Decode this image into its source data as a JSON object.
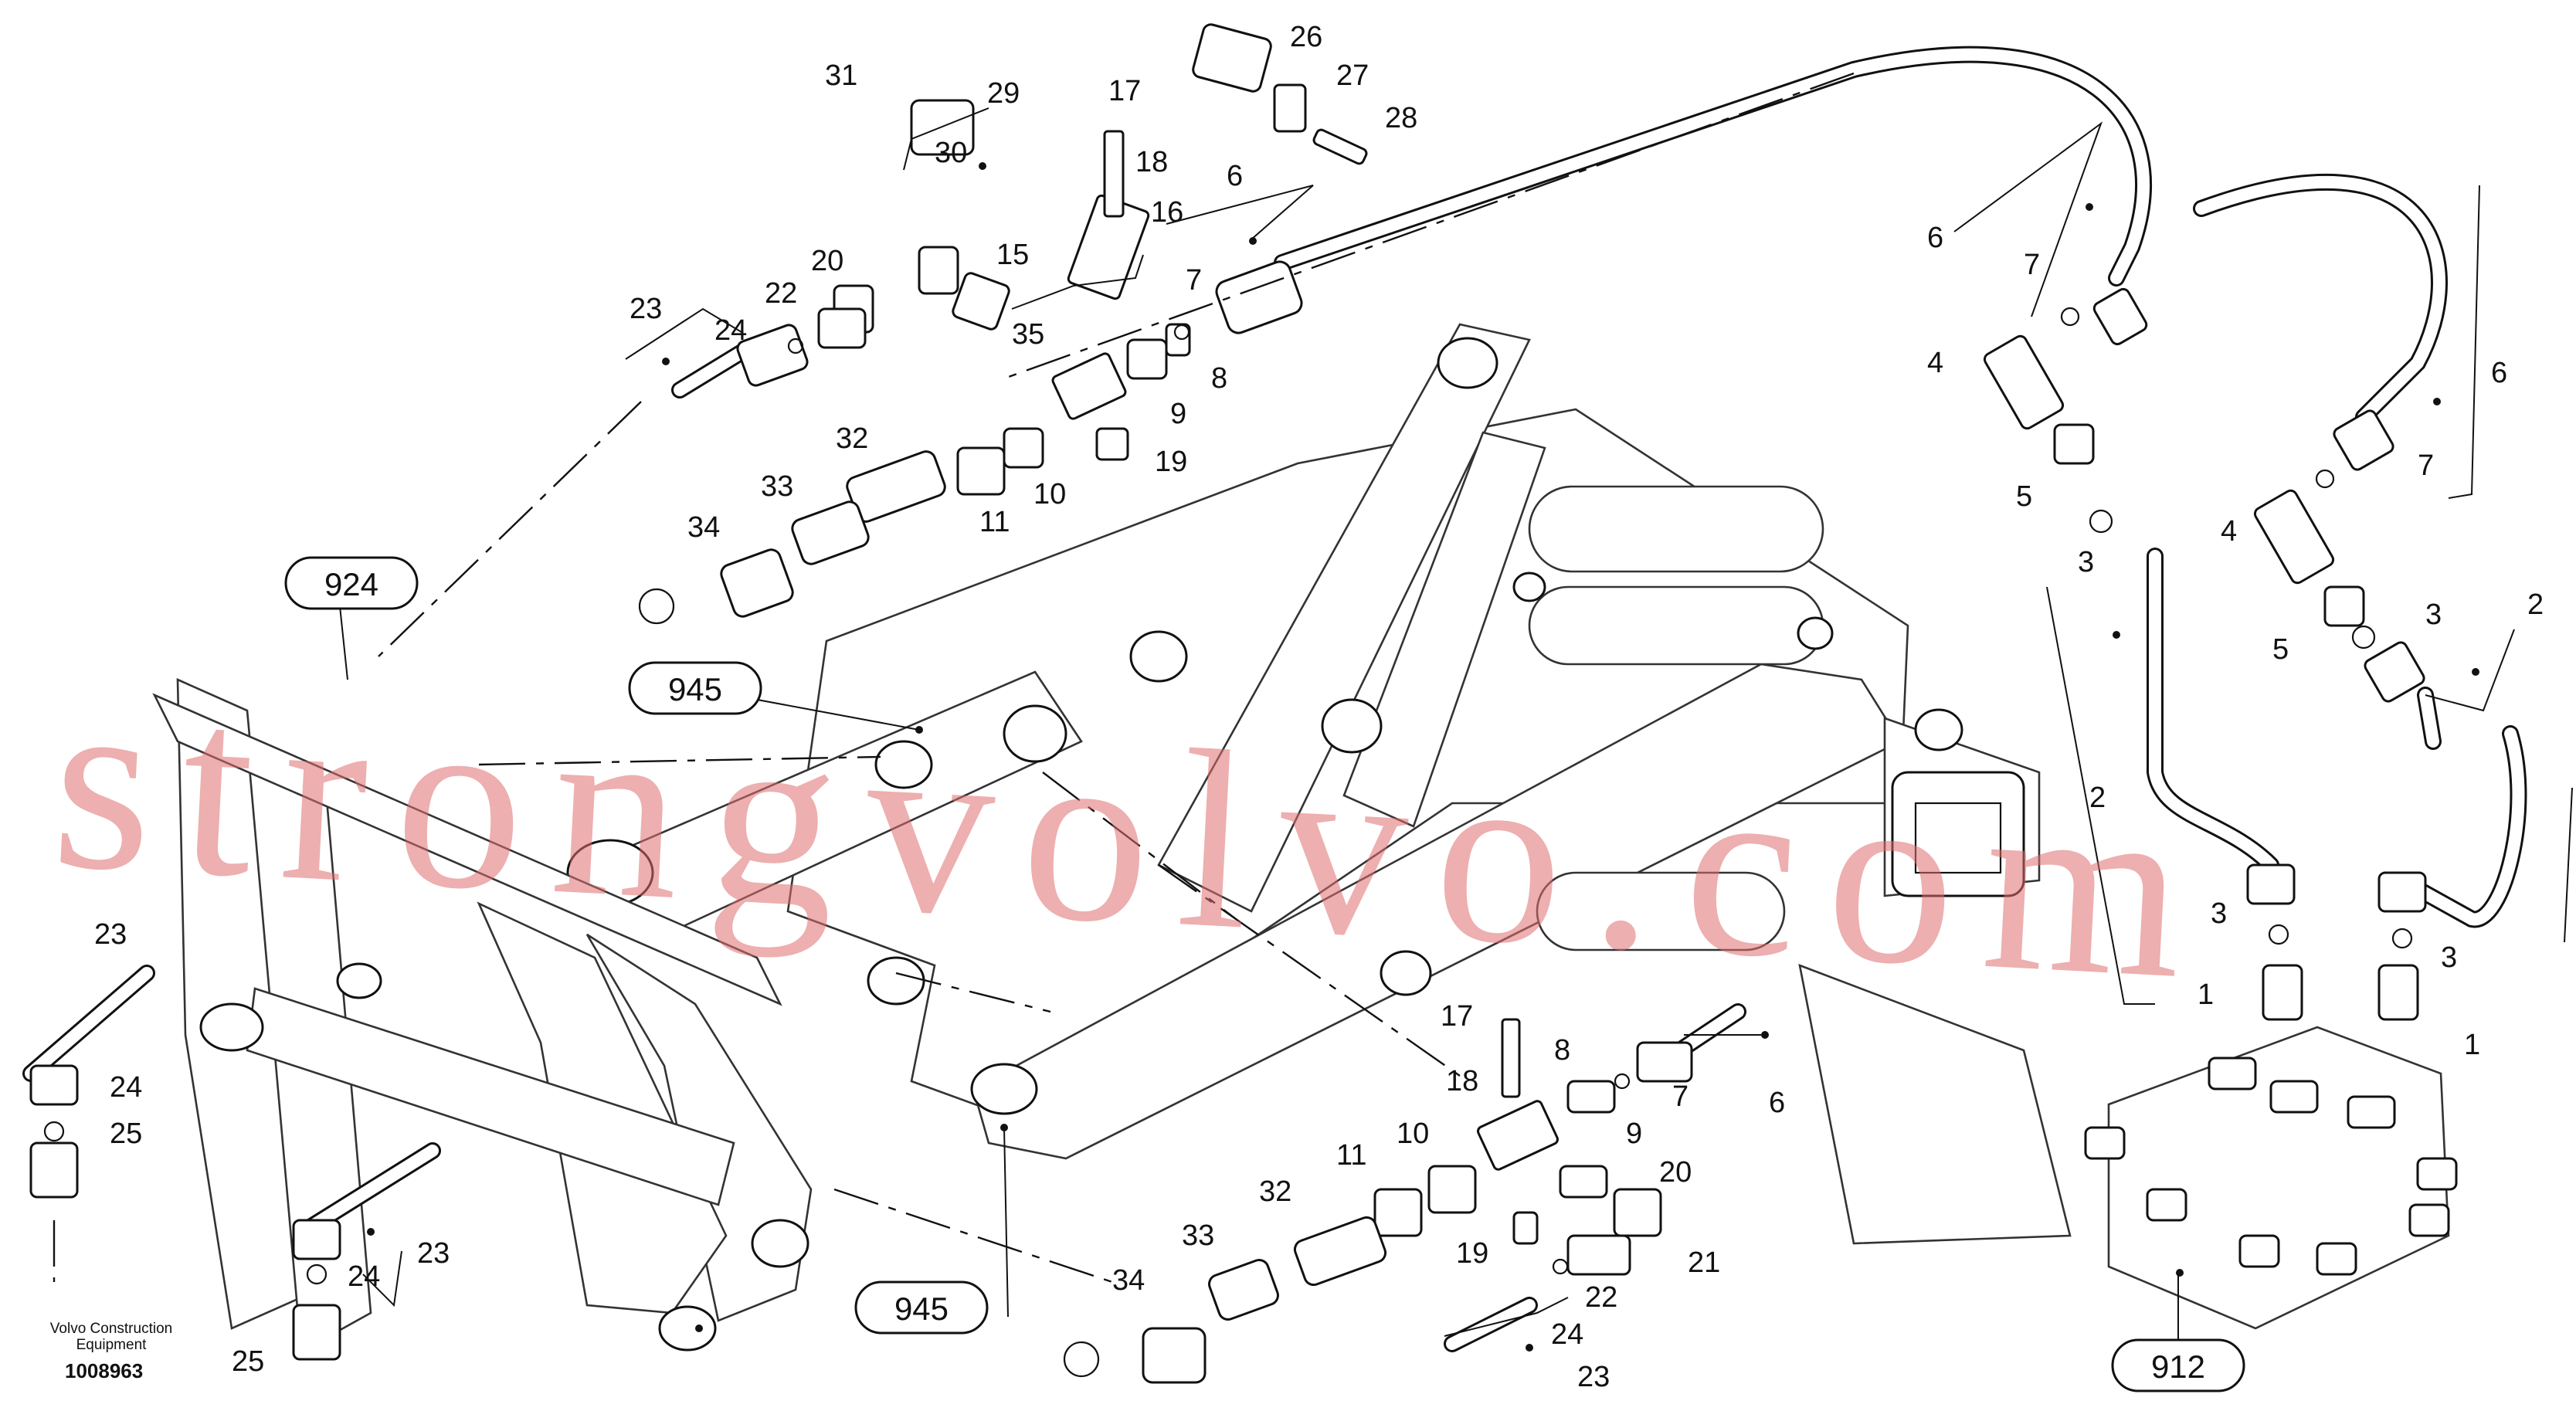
{
  "callouts": {
    "c1a": "1",
    "c1b": "1",
    "c2a": "2",
    "c2b": "2",
    "c3a": "3",
    "c3b": "3",
    "c3c": "3",
    "c3d": "3",
    "c4a": "4",
    "c4b": "4",
    "c5a": "5",
    "c5b": "5",
    "c6a": "6",
    "c6b": "6",
    "c6c": "6",
    "c6d": "6",
    "c7a": "7",
    "c7b": "7",
    "c7c": "7",
    "c7d": "7",
    "c8a": "8",
    "c8b": "8",
    "c9a": "9",
    "c9b": "9",
    "c10a": "10",
    "c10b": "10",
    "c11a": "11",
    "c11b": "11",
    "c15": "15",
    "c16": "16",
    "c17a": "17",
    "c17b": "17",
    "c18a": "18",
    "c18b": "18",
    "c19a": "19",
    "c19b": "19",
    "c20a": "20",
    "c20b": "20",
    "c21": "21",
    "c22a": "22",
    "c22b": "22",
    "c23a": "23",
    "c23b": "23",
    "c23c": "23",
    "c23d": "23",
    "c24a": "24",
    "c24b": "24",
    "c24c": "24",
    "c24d": "24",
    "c25a": "25",
    "c25b": "25",
    "c26": "26",
    "c27": "27",
    "c28": "28",
    "c29": "29",
    "c30": "30",
    "c31": "31",
    "c32a": "32",
    "c32b": "32",
    "c33a": "33",
    "c33b": "33",
    "c34a": "34",
    "c34b": "34",
    "c35": "35"
  },
  "references": {
    "r924": "924",
    "r945a": "945",
    "r945b": "945",
    "r912": "912"
  },
  "footer": {
    "brand": "Volvo Construction Equipment",
    "drawing_number": "1008963"
  },
  "watermark": "strongvolvo.com"
}
